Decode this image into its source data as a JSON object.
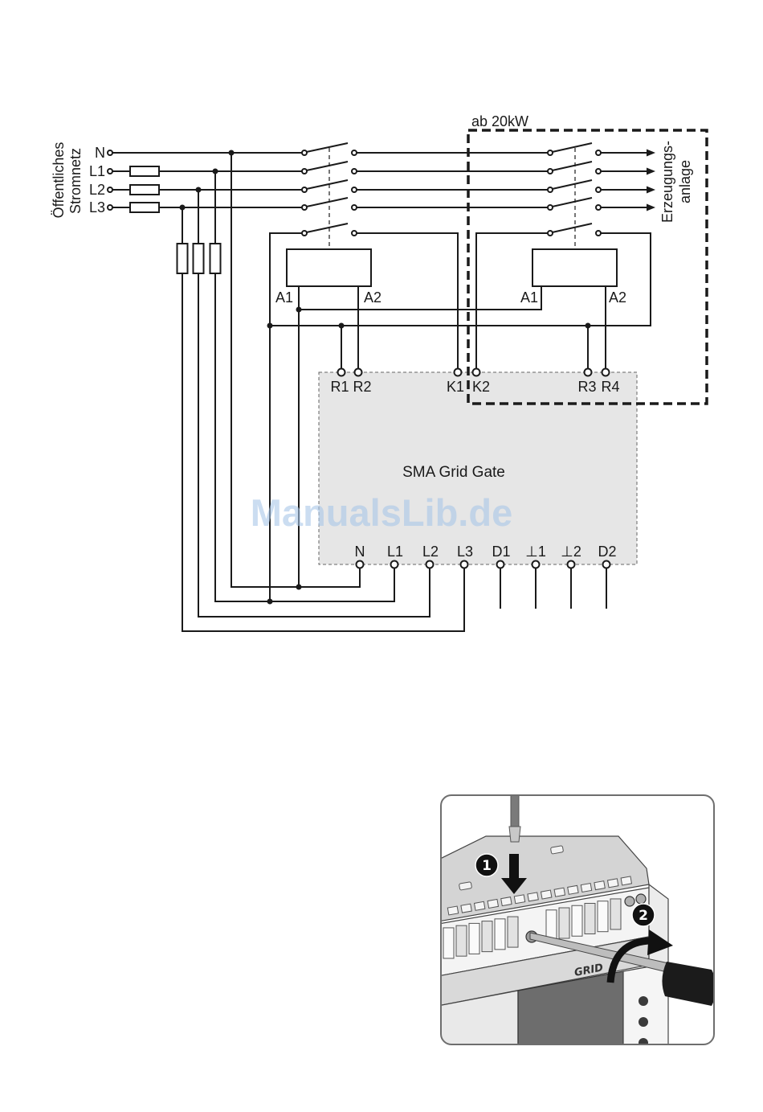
{
  "grid_source_label": {
    "line1": "Öffentliches",
    "line2": "Stromnetz"
  },
  "phase_labels": {
    "n": "N",
    "l1": "L1",
    "l2": "L2",
    "l3": "L3"
  },
  "option_box_label": "ab 20kW",
  "generation_label": {
    "line1": "Erzeugungs-",
    "line2": "anlage"
  },
  "contactor_left": {
    "a1": "A1",
    "a2": "A2"
  },
  "contactor_right": {
    "a1": "A1",
    "a2": "A2"
  },
  "grid_gate": {
    "name": "SMA Grid Gate",
    "top_terminals": [
      "R1",
      "R2",
      "K1",
      "K2",
      "R3",
      "R4"
    ],
    "bottom_terminals": [
      "N",
      "L1",
      "L2",
      "L3",
      "D1",
      "⊥1",
      "⊥2",
      "D2"
    ]
  },
  "watermark": "ManualsLib.de",
  "illustration": {
    "step_1": "1",
    "step_2": "2",
    "device_text": "GRID"
  },
  "colors": {
    "wiring": "#1a1a1a",
    "grid_gate_fill": "#e6e6e6",
    "watermark": "#a8c7e8",
    "step_badge": "#111111"
  }
}
